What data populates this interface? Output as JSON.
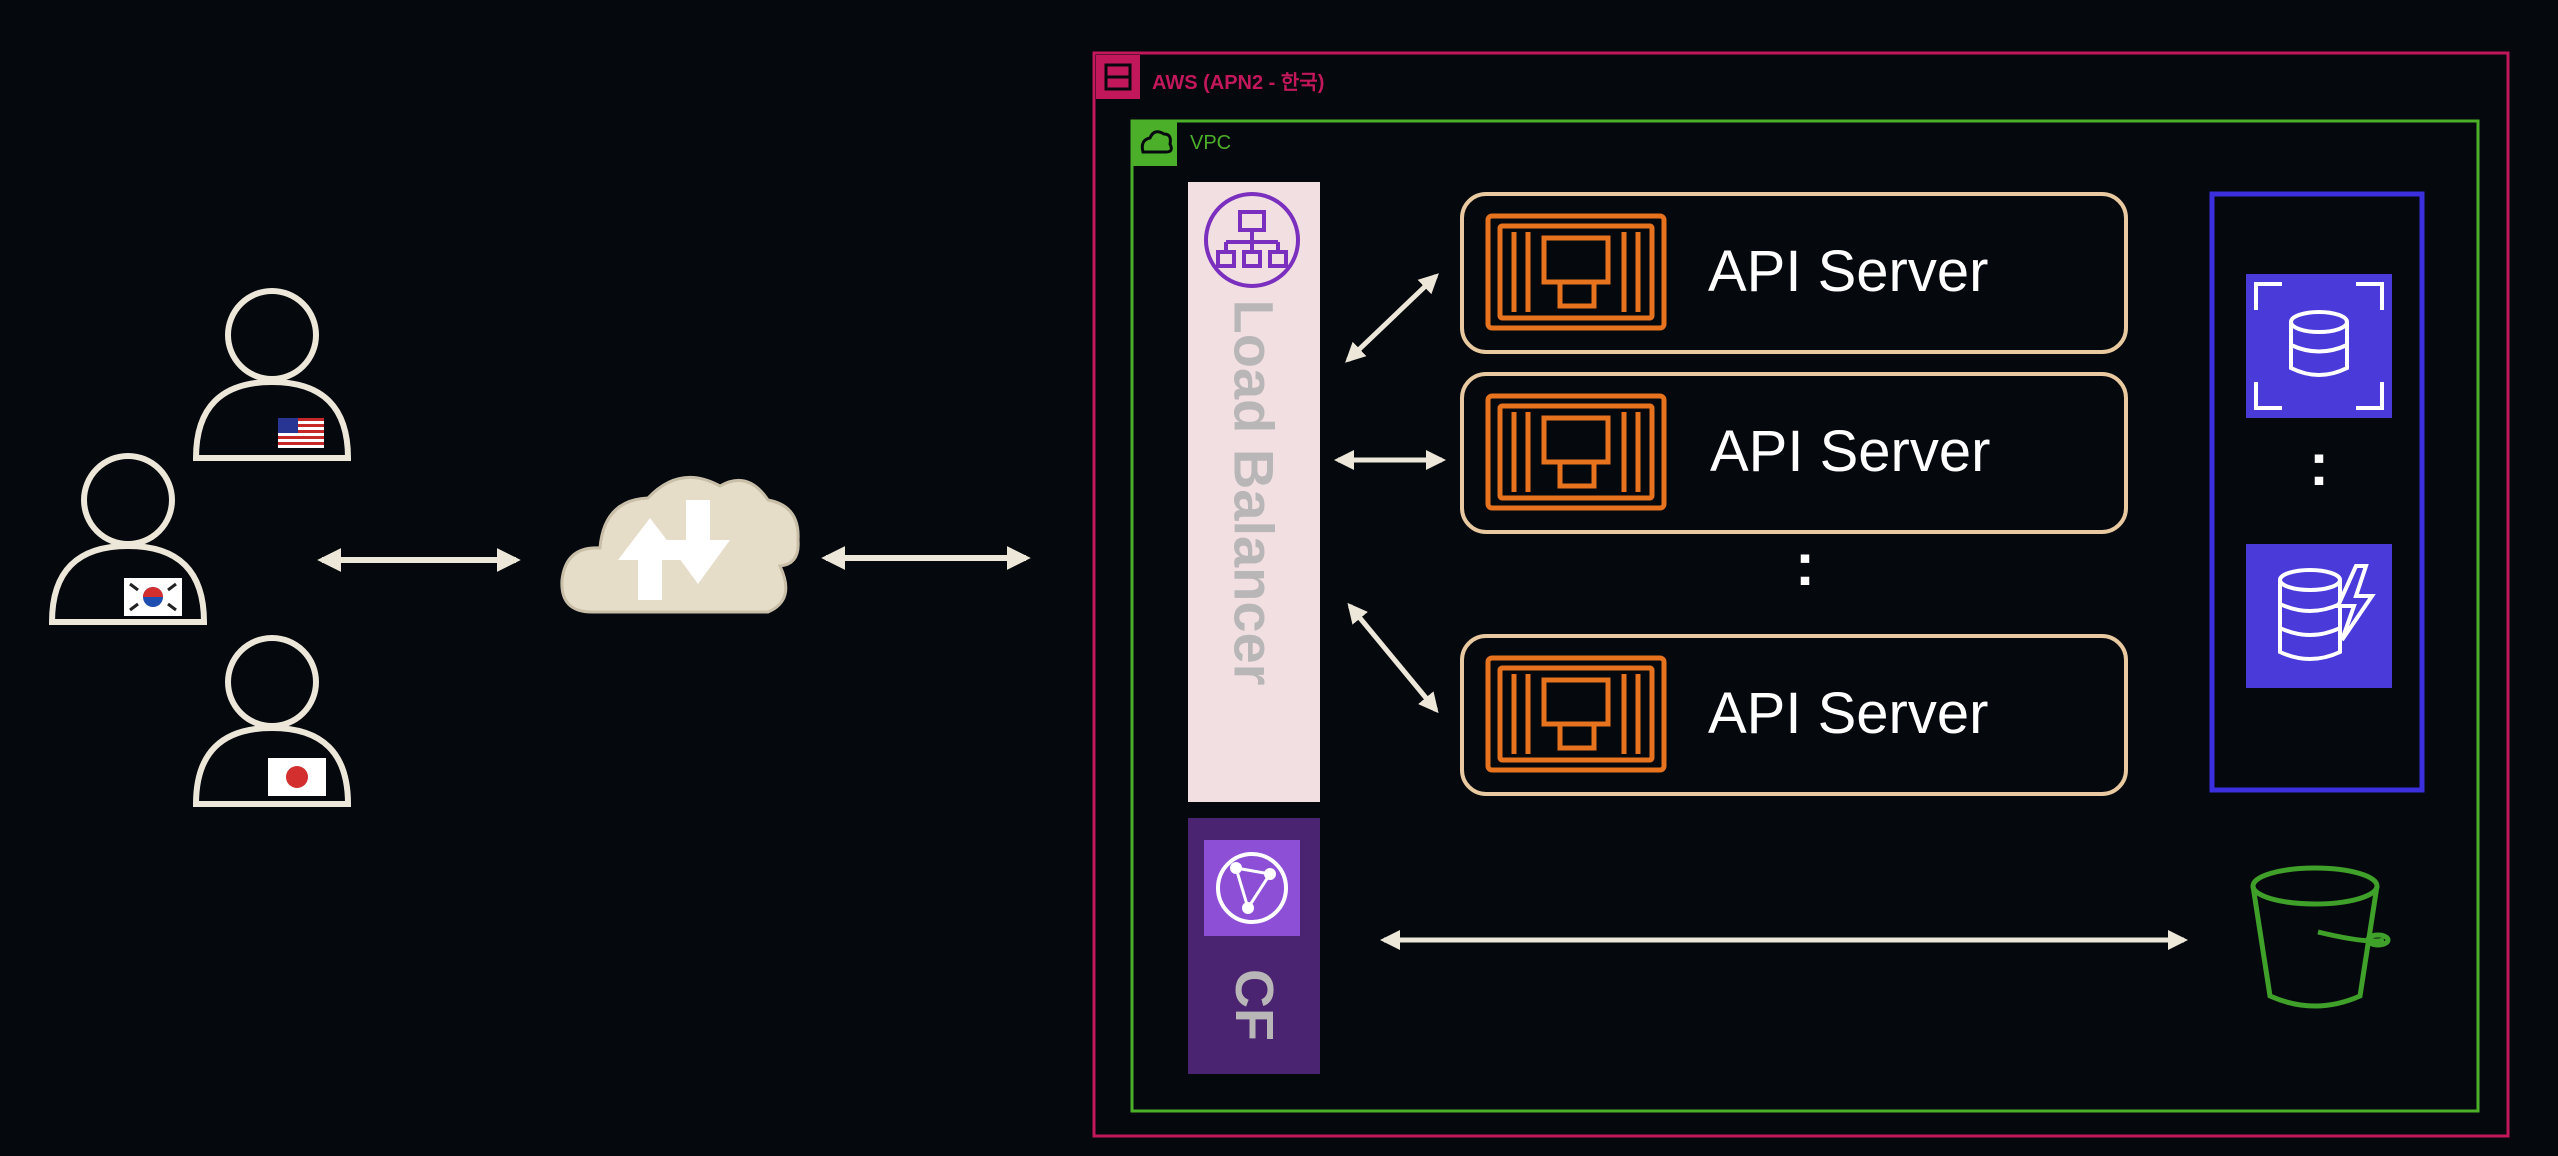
{
  "regions": {
    "aws": {
      "label": "AWS (APN2 - 한국)",
      "color": "#c2185b"
    },
    "vpc": {
      "label": "VPC",
      "color": "#4caf2a"
    }
  },
  "load_balancer": {
    "label": "Load Balancer",
    "icon": "network-hierarchy-icon"
  },
  "cloudfront": {
    "label": "CF",
    "icon": "cloudfront-globe-icon"
  },
  "api_servers": [
    {
      "label": "API Server",
      "icon": "server-chip-icon"
    },
    {
      "label": "API Server",
      "icon": "server-chip-icon"
    },
    {
      "label": "API Server",
      "icon": "server-chip-icon"
    }
  ],
  "ellipsis": ":",
  "databases": [
    {
      "icon": "rds-database-icon"
    },
    {
      "icon": "dynamodb-icon"
    }
  ],
  "storage": {
    "icon": "s3-bucket-icon"
  },
  "users": [
    {
      "flag": "us-flag-icon"
    },
    {
      "flag": "kr-flag-icon"
    },
    {
      "flag": "jp-flag-icon"
    }
  ],
  "internet": {
    "icon": "cloud-updown-icon"
  },
  "colors": {
    "api_border": "#e8c9a0",
    "api_icon": "#e8731f",
    "lb_fill": "#f1dfe2",
    "lb_icon": "#7b2fbe",
    "cf_fill": "#4a2470",
    "cf_icon_bg": "#8c4fd6",
    "db_border": "#3b2fe0",
    "db_fill": "#4a3ad9",
    "bucket": "#3fa02a",
    "user_stroke": "#ede7d9",
    "arrow": "#ede7d9"
  }
}
